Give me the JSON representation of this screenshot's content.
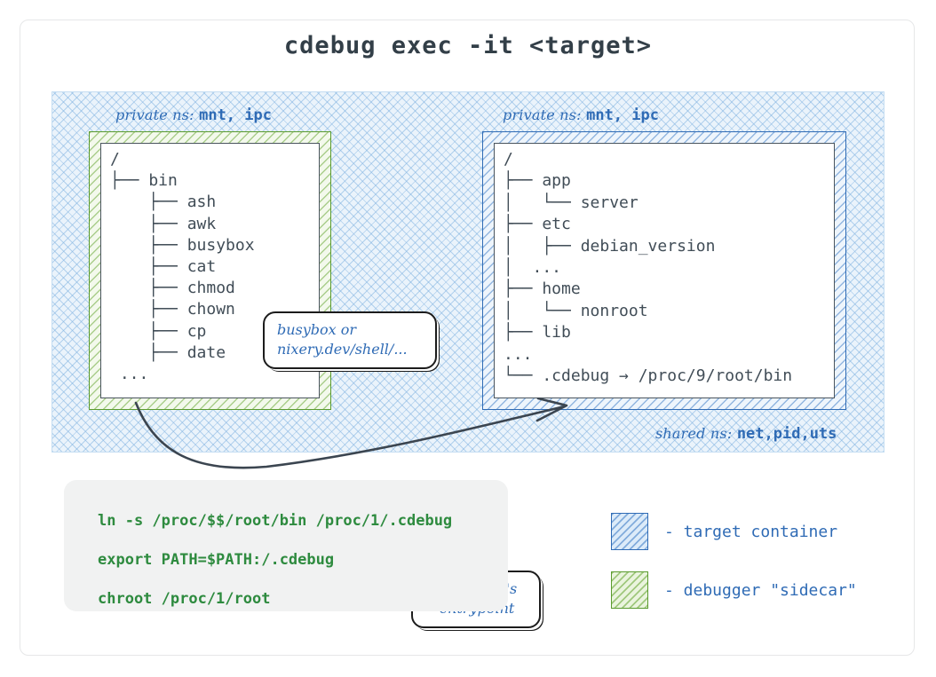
{
  "title": "cdebug exec -it <target>",
  "namespaces": {
    "private_left_prefix": "private ns:",
    "private_left_value": "mnt, ipc",
    "private_right_prefix": "private ns:",
    "private_right_value": "mnt, ipc",
    "shared_prefix": "shared ns:",
    "shared_value": "net,pid,uts"
  },
  "sidecar": {
    "tree": "/\n├── bin\n    ├── ash\n    ├── awk\n    ├── busybox\n    ├── cat\n    ├── chmod\n    ├── chown\n    ├── cp\n    ├── date\n ..."
  },
  "target": {
    "tree": "/\n├── app\n│   └── server\n├── etc\n│   ├── debian_version\n│  ...\n├── home\n│   └── nonroot\n├── lib\n...\n└── .cdebug → /proc/9/root/bin"
  },
  "callouts": {
    "busybox": "busybox or\nnixery.dev/shell/...",
    "entrypoint": "debugger's\nentrypoint"
  },
  "commands": [
    "ln -s /proc/$$/root/bin /proc/1/.cdebug",
    "export PATH=$PATH:/.cdebug",
    "chroot /proc/1/root"
  ],
  "legend": [
    {
      "swatch": "blue",
      "label": "- target container"
    },
    {
      "swatch": "green",
      "label": "- debugger \"sidecar\""
    }
  ],
  "colors": {
    "accent_blue": "#2f6bb5",
    "accent_green": "#5a9b2e",
    "command_green": "#2e8b3f",
    "text_dark": "#414d57",
    "region_fill": "#eaf3fb",
    "cmd_box_bg": "#f1f2f2"
  }
}
